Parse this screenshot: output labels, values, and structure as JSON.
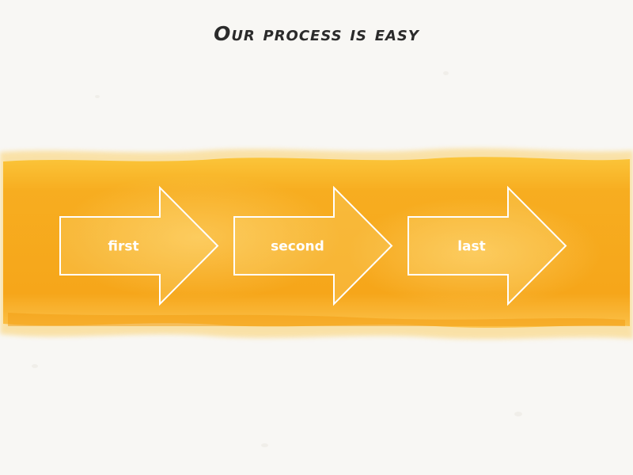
{
  "title": "Our process is easy",
  "colors": {
    "band": "#f7a91f",
    "band_light": "#ffd060",
    "arrow_stroke": "#ffffff",
    "text": "#2b2b2b",
    "label": "#ffffff",
    "background": "#f8f7f4"
  },
  "steps": [
    {
      "label": "first"
    },
    {
      "label": "second"
    },
    {
      "label": "last"
    }
  ]
}
